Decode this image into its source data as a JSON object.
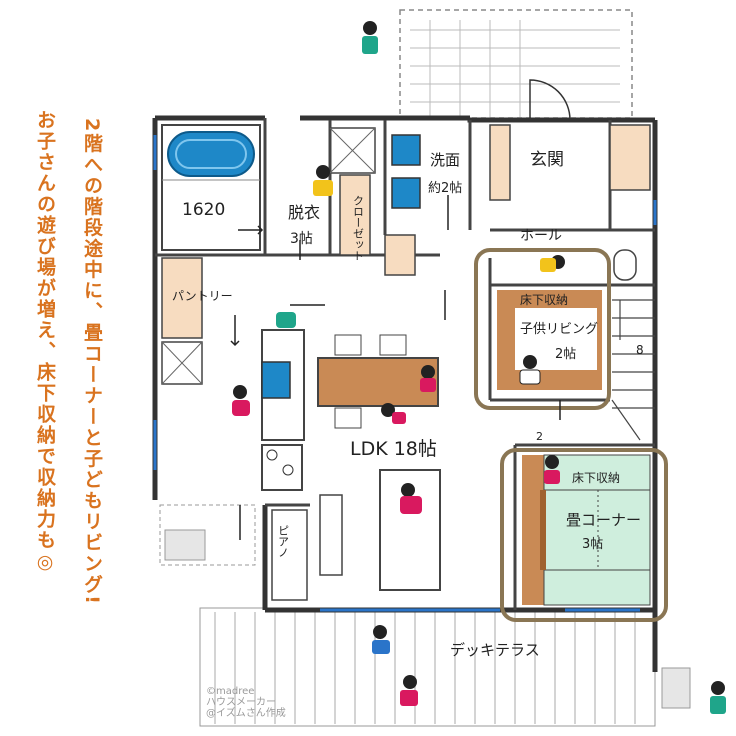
{
  "caption": {
    "line1": "2階への階段途中に、畳コーナーと子どもリビング!",
    "line2": "お子さんの遊び場が増え、床下収納で収納力も◎"
  },
  "rooms": {
    "bath": "1620",
    "dressing": "脱衣",
    "dressing_size": "3帖",
    "closet": "クローゼット",
    "washroom": "洗面",
    "washroom_size": "約2帖",
    "entrance": "玄関",
    "hall": "ホール",
    "pantry": "パントリー",
    "kids_storage": "床下収納",
    "kids_living": "子供リビング",
    "kids_living_size": "2帖",
    "stair_number": "8",
    "stair_number_2": "2",
    "ldk": "LDK 18帖",
    "tatami_storage": "床下収納",
    "tatami": "畳コーナー",
    "tatami_size": "3帖",
    "piano": "ピアノ",
    "deck": "デッキテラス"
  },
  "credit": {
    "line1": "©madree",
    "line2": "ハウスメーカー",
    "line3": "@イズムさん作成"
  },
  "colors": {
    "caption": "#d9731f",
    "wood": "#c98a55",
    "tatami": "#cfeedd",
    "bathtub": "#1e88c8",
    "highlight": "#8a7654",
    "wall": "#333333"
  }
}
